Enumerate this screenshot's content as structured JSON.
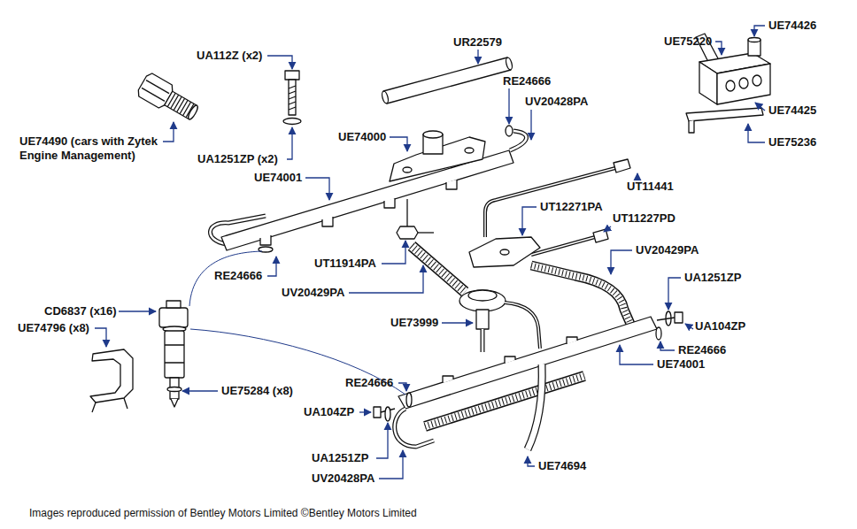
{
  "diagram": {
    "caption": "Images reproduced permission of Bentley Motors Limited ©Bentley Motors Limited",
    "labels": [
      "UA112Z (x2)",
      "UR22579",
      "UE75220",
      "UE74426",
      "RE24666",
      "UV20428PA",
      "UE74490 (cars with Zytek Engine Management)",
      "UE74000",
      "UE74425",
      "UE75236",
      "UE74001",
      "UA1251ZP (x2)",
      "UT11441",
      "UT12271PA",
      "UT11227PD",
      "UV20429PA",
      "UT11914PA",
      "RE24666",
      "UA1251ZP",
      "UV20429PA",
      "CD6837 (x16)",
      "UE73999",
      "UA104ZP",
      "UE74796 (x8)",
      "RE24666",
      "UE74001",
      "RE24666",
      "UE75284 (x8)",
      "UA104ZP",
      "UA1251ZP",
      "UE74694",
      "UV20428PA"
    ]
  }
}
